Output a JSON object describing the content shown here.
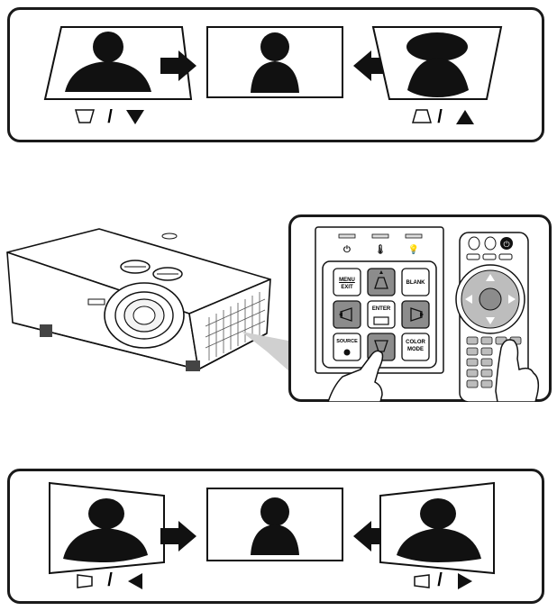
{
  "top_panel": {
    "left_label": "/",
    "right_label": "/",
    "left_arrow_glyph": "▼",
    "right_arrow_glyph": "▲"
  },
  "bottom_panel": {
    "left_label": "/",
    "right_label": "/",
    "left_arrow_glyph": "◀",
    "right_arrow_glyph": "▶"
  },
  "keypad": {
    "menu_label": "MENU",
    "exit_label": "EXIT",
    "blank_label": "BLANK",
    "enter_label": "ENTER",
    "source_label": "SOURCE",
    "color_label": "COLOR",
    "mode_label": "MODE"
  },
  "colors": {
    "outline": "#1a1a1a",
    "highlight": "#8c8c8c",
    "button_fill": "#ffffff"
  }
}
